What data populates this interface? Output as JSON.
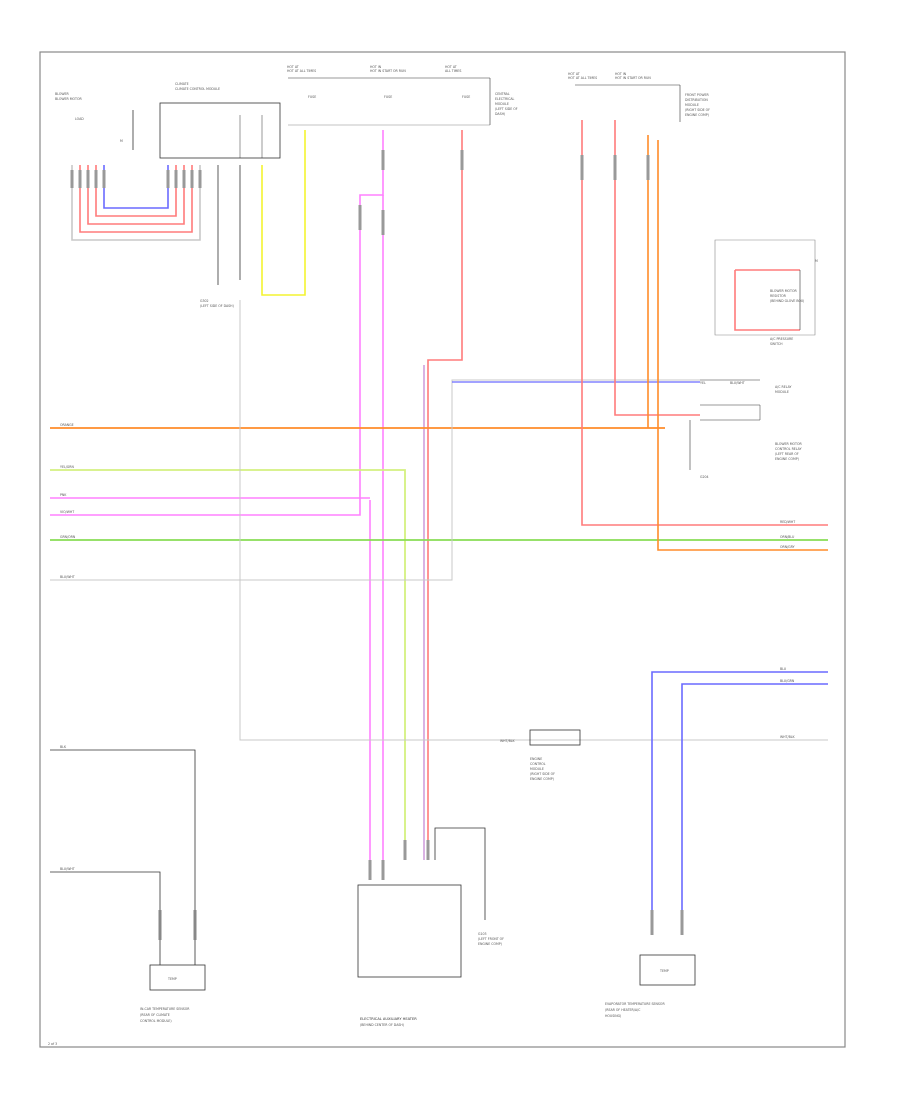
{
  "colors": {
    "orange": "#ff8c2a",
    "red": "#ff7b7b",
    "pink": "#ff80ff",
    "violet": "#c080d0",
    "blue": "#6a6aff",
    "yellow": "#f4f430",
    "yellow_green": "#d4f080",
    "green": "#88dd55",
    "gray": "#c8c8c8",
    "black": "#333333"
  },
  "top_labels": {
    "fuse_group_1": "HOT AT ALL TIMES",
    "fuse_group_2": "HOT IN START OR RUN",
    "fuse_group_3": "HOT AT ALL TIMES",
    "fuse_group_4": "HOT IN START OR RUN"
  },
  "left_wires": [
    "ORANGE",
    "YEL/GRN",
    "PNK",
    "VIO/WHT",
    "GRN/ORN",
    "BLU/WHT",
    "BLK",
    "BLU/WHT"
  ],
  "right_wires": [
    "RED/WHT",
    "ORN/BLU",
    "ORN/GRY",
    "BLU",
    "BLU/GRN",
    "WHT/BLK"
  ],
  "components": {
    "blower": "BLOWER MOTOR",
    "control_module": "CLIMATE CONTROL MODULE",
    "in_car_sensor": "IN-CAR TEMPERATURE SENSOR",
    "aux_heater": "ELECTRICAL AUXILIARY HEATER",
    "evaporator_sensor": "EVAPORATOR TEMPERATURE SENSOR",
    "gnd": "G302",
    "footer_page": "2 of 3"
  }
}
